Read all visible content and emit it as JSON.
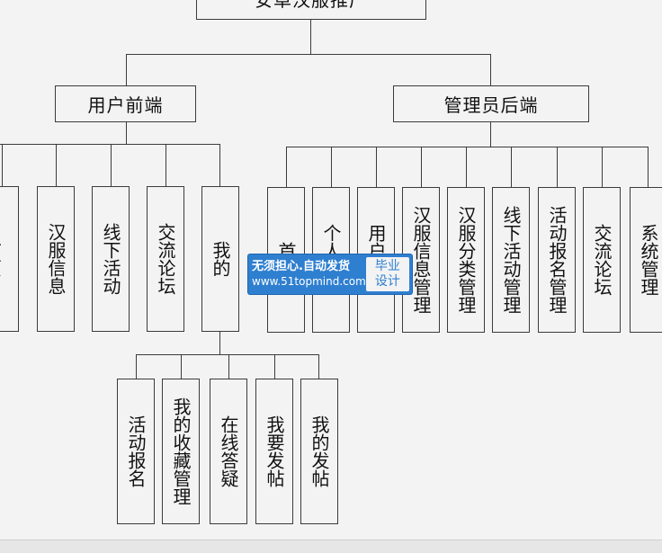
{
  "root": {
    "label": "安卓汉服推广"
  },
  "branches": [
    {
      "label": "用户前端"
    },
    {
      "label": "管理员后端"
    }
  ],
  "user_modules": [
    {
      "label": "首页"
    },
    {
      "label": "汉服信息"
    },
    {
      "label": "线下活动"
    },
    {
      "label": "交流论坛"
    },
    {
      "label": "我的"
    }
  ],
  "mine_modules": [
    {
      "label": "活动报名"
    },
    {
      "label": "我的收藏管理"
    },
    {
      "label": "在线答疑"
    },
    {
      "label": "我要发帖"
    },
    {
      "label": "我的发帖"
    }
  ],
  "admin_modules": [
    {
      "label": "首页"
    },
    {
      "label": "个人中心"
    },
    {
      "label": "用户管理"
    },
    {
      "label": "汉服信息管理"
    },
    {
      "label": "汉服分类管理"
    },
    {
      "label": "线下活动管理"
    },
    {
      "label": "活动报名管理"
    },
    {
      "label": "交流论坛"
    },
    {
      "label": "系统管理"
    }
  ],
  "watermark": {
    "line1": "无须担心.自动发货",
    "line2": "www.51topmind.com",
    "badge_top": "毕业",
    "badge_bottom": "设计"
  },
  "colors": {
    "line": "#3b3b3b",
    "background": "#f3f3f3",
    "watermark": "#2f7fd0"
  }
}
